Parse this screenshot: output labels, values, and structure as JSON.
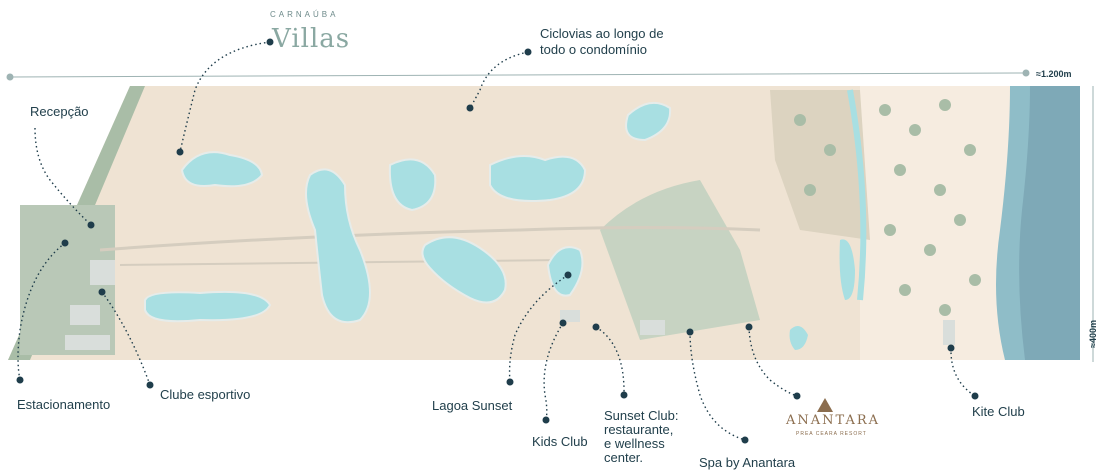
{
  "brand": {
    "subtitle": "CARNAÚBA",
    "title": "Villas"
  },
  "measurements": {
    "length": "≈1.200m",
    "width": "≈400m"
  },
  "labels": {
    "ciclovias": [
      "Ciclovias ao longo de",
      "todo o condomínio"
    ],
    "recepcao": "Recepção",
    "estacionamento": "Estacionamento",
    "clube_esportivo": "Clube esportivo",
    "lagoa_sunset": "Lagoa Sunset",
    "kids_club": "Kids Club",
    "sunset_club": [
      "Sunset Club:",
      "restaurante,",
      "e wellness",
      "center."
    ],
    "spa": "Spa by Anantara",
    "kite_club": "Kite Club"
  },
  "partner": {
    "name": "ANANTARA",
    "tagline": "PREA CEARA RESORT"
  },
  "colors": {
    "land": "#efe3d3",
    "vegetation": "#a9bda7",
    "water": "#a8dfe2",
    "ocean": "#8fbdc8",
    "sand": "#f6ece0",
    "marker": "#1f3d4b"
  }
}
